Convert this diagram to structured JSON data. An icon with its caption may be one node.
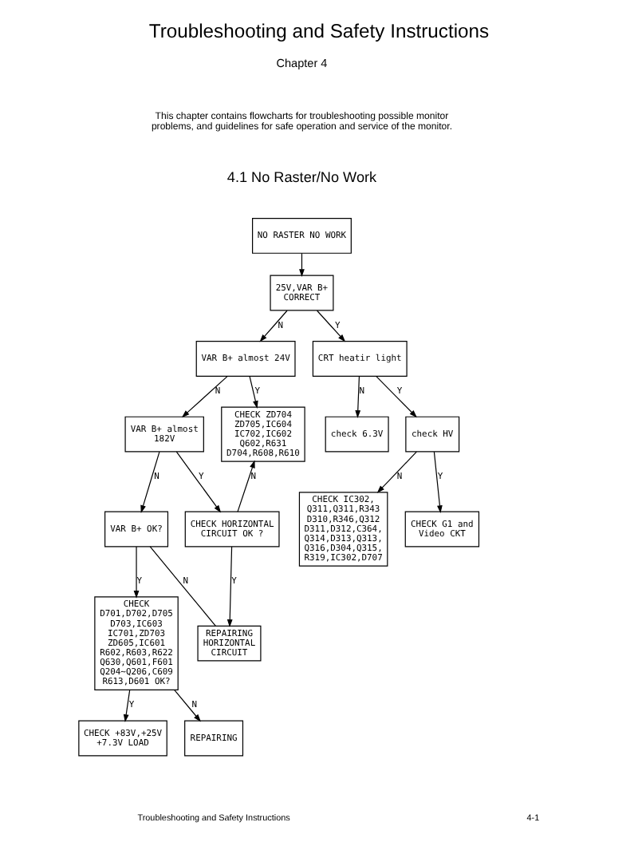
{
  "diagram": {
    "title": "Troubleshooting and Safety Instructions",
    "nodes": [
      {
        "text": [
          "NO RASTER NO WORK"
        ]
      },
      {
        "text": [
          "25V,VAR B+ CORRECT"
        ]
      },
      {
        "text": [
          "VAR B+ almost 24V"
        ]
      },
      {
        "text": [
          "CRT heatir light"
        ]
      },
      {
        "text": [
          "check 6.3V"
        ]
      },
      {
        "text": [
          "check HV"
        ]
      },
      {
        "text": [
          "VAR B+ almost 182V"
        ]
      },
      {
        "text": [
          "CHECK ZD704 ZD705,IC604 IC702,IC602 Q602,R631 D704,R608,R610"
        ]
      },
      {
        "text": [
          "CHECK IC302, Q311,Q311,R343 D310,R346,Q312 D311,D312,C364, Q314,D313,Q313, Q316,D304,Q315, R319,IC302,D707"
        ]
      },
      {
        "text": [
          "CHECK G1 and Video CKT"
        ]
      },
      {
        "text": [
          "VAR B+ OK?"
        ]
      },
      {
        "text": [
          "CHECK HORIZONTAL CIRCUIT OK ?"
        ]
      },
      {
        "text": [
          "REPAIRING HORIZONTAL CIRCUIT"
        ]
      },
      {
        "text": [
          "CHECK D701,D702,D705 D703,IC603 IC701,ZD703 ZD605,IC601 R602,R603,R622 Q630,Q601,F601 Q204~Q206,C609 R613,D601 OK?"
        ]
      },
      {
        "text": [
          "CHECK +83V,+25V +7.3V LOAD"
        ]
      },
      {
        "text": [
          "REPAIRING"
        ]
      }
    ],
    "edges": [
      {
        "from": 0,
        "to": 1,
        "arrow": "to"
      },
      {
        "from": 1,
        "to": 2,
        "arrow": "to",
        "label": "N"
      },
      {
        "from": 1,
        "to": 3,
        "arrow": "to",
        "label": "Y"
      },
      {
        "from": 2,
        "to": 6,
        "arrow": "to",
        "label": "N"
      },
      {
        "from": 2,
        "to": 7,
        "arrow": "to",
        "label": "Y"
      },
      {
        "from": 3,
        "to": 4,
        "arrow": "to",
        "label": "N"
      },
      {
        "from": 3,
        "to": 5,
        "arrow": "to",
        "label": "Y"
      },
      {
        "from": 5,
        "to": 8,
        "arrow": "to",
        "label": "N"
      },
      {
        "from": 5,
        "to": 9,
        "arrow": "to",
        "label": "Y"
      },
      {
        "from": 6,
        "to": 10,
        "arrow": "to",
        "label": "N"
      },
      {
        "from": 6,
        "to": 11,
        "arrow": "to",
        "label": "Y"
      },
      {
        "from": 11,
        "to": 7,
        "arrow": "to",
        "label": "N"
      },
      {
        "from": 11,
        "to": 12,
        "arrow": "to",
        "label": "Y"
      },
      {
        "from": 10,
        "to": 13,
        "arrow": "to",
        "label": "Y"
      },
      {
        "from": 10,
        "to": 12,
        "arrow": "none",
        "label": "N"
      },
      {
        "from": 13,
        "to": 14,
        "arrow": "to",
        "label": "Y"
      },
      {
        "from": 13,
        "to": 15,
        "arrow": "to",
        "label": "N"
      }
    ],
    "labels": [
      "Chapter 4",
      "This chapter contains flowcharts for troubleshooting possible monitor problems, and guidelines for safe operation and service of the monitor.",
      "4.1 No Raster/No Work",
      "Troubleshooting and Safety Instructions",
      "4-1"
    ]
  }
}
